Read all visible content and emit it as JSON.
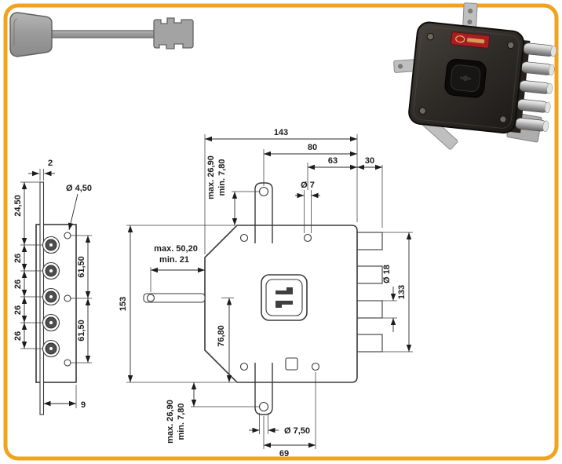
{
  "page": {
    "background": "#ffffff",
    "border_color": "#f2a31d",
    "line_color": "#3a3a3a"
  },
  "side_view": {
    "plate_thickness": "2",
    "top_spacing": "24,50",
    "screw_hole_diameter": "Ø 4,50",
    "bolt_spacings": [
      "26",
      "26",
      "26",
      "26"
    ],
    "screw_spacings": [
      "61,50",
      "61,50"
    ],
    "bottom_offset": "9"
  },
  "front_view": {
    "overall_width": "143",
    "tab_hole_to_edge": "80",
    "top_hole_to_edge": "63",
    "bolt_throw": "30",
    "top_tab_max": "max. 26,90",
    "top_tab_min": "min. 7,80",
    "top_hole_diameter": "Ø 7",
    "rod_max": "max. 50,20",
    "rod_min": "min. 21",
    "overall_height": "153",
    "axis_to_bottom": "76,80",
    "bolt_diameter": "Ø 18",
    "bolt_span": "133",
    "bottom_tab_max": "max. 26,90",
    "bottom_tab_min": "min. 7,80",
    "bottom_hole_diameter": "Ø 7,50",
    "bottom_hole_spacing": "69"
  }
}
